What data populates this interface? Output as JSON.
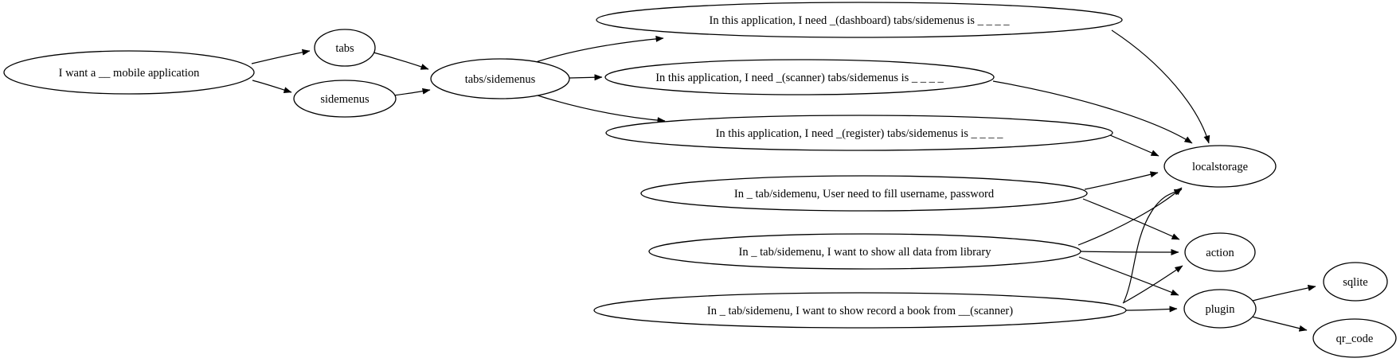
{
  "diagram": {
    "type": "directed-graph",
    "background_color": "#ffffff",
    "node_fill": "#ffffff",
    "node_stroke": "#000000",
    "text_color": "#000000",
    "nodes": {
      "mobile_app": {
        "label": "I want a __ mobile application"
      },
      "tabs": {
        "label": "tabs"
      },
      "sidemenus": {
        "label": "sidemenus"
      },
      "tabs_sidemenus": {
        "label": "tabs/sidemenus"
      },
      "need_dashboard": {
        "label": "In this application, I need _(dashboard) tabs/sidemenus is _ _ _ _"
      },
      "need_scanner": {
        "label": "In this application, I need _(scanner) tabs/sidemenus is _ _ _ _"
      },
      "need_register": {
        "label": "In this application, I need _(register) tabs/sidemenus is _ _ _ _"
      },
      "fill_credentials": {
        "label": "In _ tab/sidemenu, User need to fill username, password"
      },
      "show_library": {
        "label": "In _ tab/sidemenu, I want to show all data from library"
      },
      "record_book": {
        "label": "In _ tab/sidemenu, I want to show record a book from __(scanner)"
      },
      "localstorage": {
        "label": "localstorage"
      },
      "action": {
        "label": "action"
      },
      "plugin": {
        "label": "plugin"
      },
      "sqlite": {
        "label": "sqlite"
      },
      "qr_code": {
        "label": "qr_code"
      }
    },
    "edges": [
      {
        "from": "mobile_app",
        "to": "tabs"
      },
      {
        "from": "mobile_app",
        "to": "sidemenus"
      },
      {
        "from": "tabs",
        "to": "tabs_sidemenus"
      },
      {
        "from": "sidemenus",
        "to": "tabs_sidemenus"
      },
      {
        "from": "tabs_sidemenus",
        "to": "need_dashboard"
      },
      {
        "from": "tabs_sidemenus",
        "to": "need_scanner"
      },
      {
        "from": "tabs_sidemenus",
        "to": "need_register"
      },
      {
        "from": "need_dashboard",
        "to": "localstorage"
      },
      {
        "from": "need_scanner",
        "to": "localstorage"
      },
      {
        "from": "need_register",
        "to": "localstorage"
      },
      {
        "from": "fill_credentials",
        "to": "localstorage"
      },
      {
        "from": "fill_credentials",
        "to": "action"
      },
      {
        "from": "show_library",
        "to": "localstorage"
      },
      {
        "from": "show_library",
        "to": "action"
      },
      {
        "from": "show_library",
        "to": "plugin"
      },
      {
        "from": "record_book",
        "to": "localstorage"
      },
      {
        "from": "record_book",
        "to": "action"
      },
      {
        "from": "record_book",
        "to": "plugin"
      },
      {
        "from": "plugin",
        "to": "sqlite"
      },
      {
        "from": "plugin",
        "to": "qr_code"
      }
    ]
  }
}
